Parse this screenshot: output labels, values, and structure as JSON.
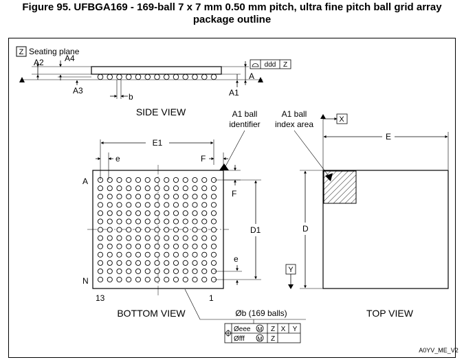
{
  "figure": {
    "title_line1": "Figure 95. UFBGA169 - 169-ball 7 x 7 mm 0.50 mm pitch, ultra fine pitch ball grid array",
    "title_line2": "package outline"
  },
  "side_view": {
    "z_box": "Z",
    "seating_plane": "Seating plane",
    "a2": "A2",
    "a4": "A4",
    "a3": "A3",
    "b": "b",
    "a": "A",
    "a1": "A1",
    "ddd": "ddd",
    "ddd_ref": "Z",
    "label": "SIDE VIEW"
  },
  "bottom_view": {
    "a1_ball_identifier": [
      "A1 ball",
      "identifier"
    ],
    "e1": "E1",
    "e_top": "e",
    "f_top": "F",
    "f_right": "F",
    "d1": "D1",
    "e_right": "e",
    "row_first": "A",
    "row_last": "N",
    "col_first": "13",
    "col_last": "1",
    "label": "BOTTOM VIEW",
    "balls": {
      "rows": 13,
      "cols": 13
    },
    "ball_callout": "Øb (169 balls)",
    "fcf": {
      "row1": [
        "Øeee",
        "M",
        "Z",
        "X",
        "Y"
      ],
      "row2": [
        "Øfff",
        "M",
        "Z"
      ]
    }
  },
  "top_view": {
    "a1_ball_index_area": [
      "A1 ball",
      "index area"
    ],
    "x_box": "X",
    "e": "E",
    "d": "D",
    "y_box": "Y",
    "label": "TOP VIEW"
  },
  "footer": {
    "code": "A0YV_ME_V2"
  }
}
